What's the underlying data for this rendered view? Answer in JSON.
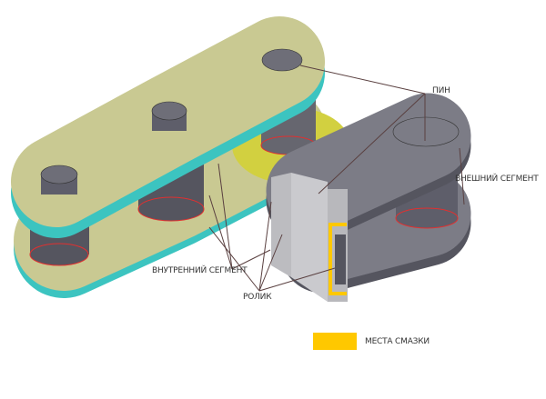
{
  "labels": {
    "pin": "ПИН",
    "outer_segment": "ВНЕШНИЙ СЕГМЕНТ",
    "inner_segment": "ВНУТРЕННИЙ СЕГМЕНТ",
    "roller": "РОЛИК"
  },
  "legend": {
    "label": "МЕСТА СМАЗКИ",
    "color": "#ffc800"
  },
  "colors": {
    "inner_plate": "#c9c992",
    "inner_edge": "#3cc4c0",
    "yellow_plate": "#d2d040",
    "outer_plate": "#7c7c86",
    "pin": "#5e5e6a",
    "section": "#c4c4c8"
  }
}
